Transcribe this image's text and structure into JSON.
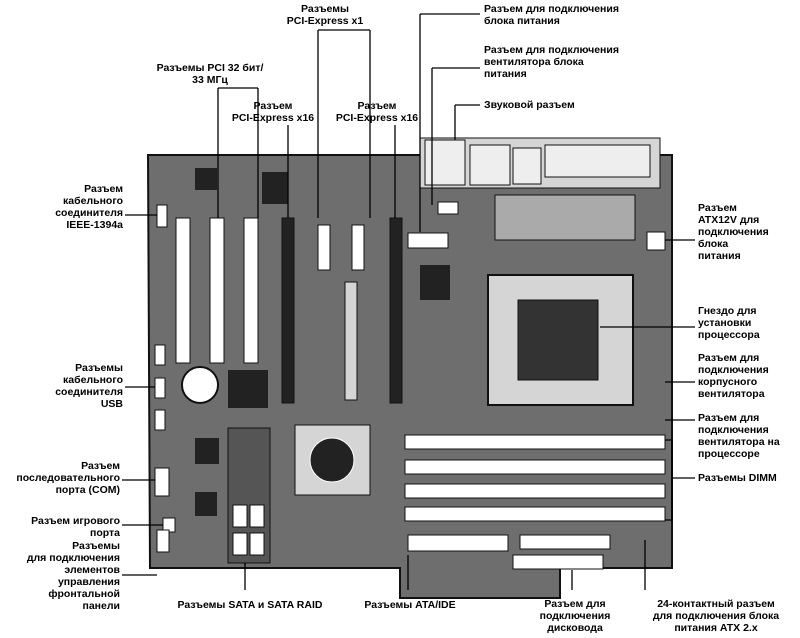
{
  "labels": {
    "pcie_x1": "Разъемы\nPCI-Express x1",
    "pci32": "Разъемы PCI 32 бит/\n33 МГц",
    "pcie_x16_a": "Разъем\nPCI-Express x16",
    "pcie_x16_b": "Разъем\nPCI-Express x16",
    "power_conn": "Разъем для подключения\nблока питания",
    "psu_fan": "Разъем для подключения\nвентилятора блока\nпитания",
    "audio": "Звуковой разъем",
    "ieee1394": "Разъем\nкабельного\nсоединителя\nIEEE-1394a",
    "atx12v": "Разъем\nATX12V для\nподключения\nблока\nпитания",
    "cpu_socket": "Гнездо для\nустановки\nпроцессора",
    "usb": "Разъемы\nкабельного\nсоединителя\nUSB",
    "case_fan": "Разъем для\nподключения\nкорпусного\nвентилятора",
    "cpu_fan": "Разъем для\nподключения\nвентилятора на\nпроцессоре",
    "com": "Разъем\nпоследовательного\nпорта (COM)",
    "dimm": "Разъемы DIMM",
    "game": "Разъем игрового\nпорта",
    "front_panel": "Разъемы\nдля подключения\nэлементов\nуправления\nфронтальной\nпанели",
    "sata": "Разъемы SATA и SATA RAID",
    "ata": "Разъемы ATA/IDE",
    "floppy": "Разъем для\nподключения\nдисковода",
    "atx24": "24-контактный разъем\nдля подключения блока\nпитания ATX 2.x"
  }
}
